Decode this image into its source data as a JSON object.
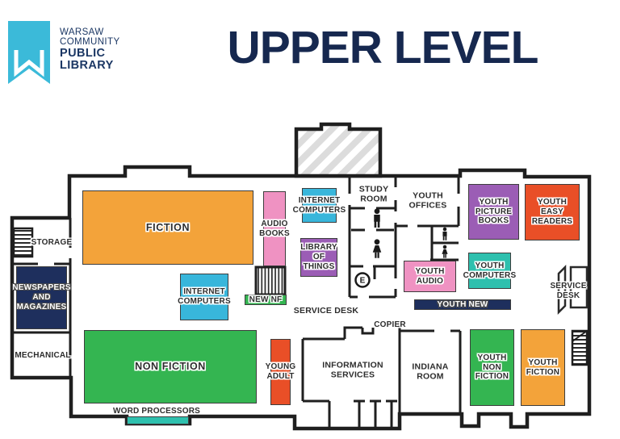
{
  "header": {
    "logo": {
      "line1": "WARSAW",
      "line2": "COMMUNITY",
      "line3": "PUBLIC",
      "line4": "LIBRARY"
    },
    "title": "UPPER LEVEL"
  },
  "palette": {
    "orange": "#F3A33A",
    "green": "#34B551",
    "red": "#E94F27",
    "pink": "#EF92C2",
    "purple": "#9B5DB5",
    "blue": "#38B6DB",
    "teal": "#2EC0AE",
    "navy": "#1E2F5D",
    "title_navy": "#16284F",
    "logo_cyan": "#3BBAD9"
  },
  "areas": {
    "fiction": {
      "label": "FICTION",
      "color_name": "orange"
    },
    "audio_books": {
      "label": "AUDIO\nBOOKS",
      "color_name": "pink"
    },
    "internet_computers_upper": {
      "label": "INTERNET\nCOMPUTERS",
      "color_name": "blue"
    },
    "library_of_things": {
      "label": "LIBRARY\nOF THINGS",
      "color_name": "purple"
    },
    "internet_computers_lower": {
      "label": "INTERNET\nCOMPUTERS",
      "color_name": "blue"
    },
    "new_nf": {
      "label": "NEW NF",
      "color_name": "green"
    },
    "non_fiction": {
      "label": "NON FICTION",
      "color_name": "green"
    },
    "young_adult": {
      "label": "YOUNG\nADULT",
      "color_name": "red"
    },
    "word_processors": {
      "label": "WORD PROCESSORS",
      "color_name": "teal"
    },
    "newspapers": {
      "label": "NEWSPAPERS\nAND\nMAGAZINES",
      "color_name": "navy"
    },
    "youth_picture_books": {
      "label": "YOUTH\nPICTURE\nBOOKS",
      "color_name": "purple"
    },
    "youth_easy_readers": {
      "label": "YOUTH\nEASY\nREADERS",
      "color_name": "red"
    },
    "youth_audio": {
      "label": "YOUTH\nAUDIO",
      "color_name": "pink"
    },
    "youth_computers": {
      "label": "YOUTH\nCOMPUTERS",
      "color_name": "teal"
    },
    "youth_new": {
      "label": "YOUTH NEW",
      "color_name": "navy"
    },
    "youth_non_fiction": {
      "label": "YOUTH\nNON\nFICTION",
      "color_name": "green"
    },
    "youth_fiction": {
      "label": "YOUTH\nFICTION",
      "color_name": "orange"
    }
  },
  "rooms": {
    "storage": "STORAGE",
    "mechanical": "MECHANICAL",
    "study_room": "STUDY\nROOM",
    "youth_offices": "YOUTH\nOFFICES",
    "service_desk_center": "SERVICE DESK",
    "service_desk_right": "SERVICE\nDESK",
    "copier": "COPIER",
    "information_services": "INFORMATION\nSERVICES",
    "indiana_room": "INDIANA\nROOM"
  },
  "icons": {
    "elevator_letter": "E",
    "men_restroom": "man-silhouette",
    "women_restroom": "woman-silhouette",
    "stairs": "striped-steps",
    "entry_hatch": "diagonal-hatch"
  }
}
